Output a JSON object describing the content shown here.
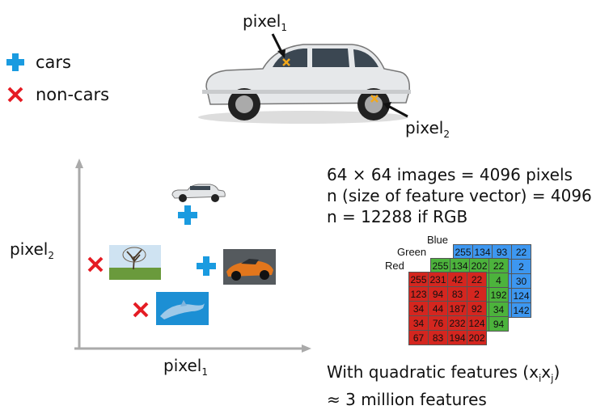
{
  "legend": {
    "positive": {
      "label": "cars",
      "icon": "plus-icon",
      "color": "#1a9be0"
    },
    "negative": {
      "label": "non-cars",
      "icon": "x-icon",
      "color": "#e51c24"
    }
  },
  "car_photo": {
    "pixel1": {
      "label": "pixel",
      "sub": "1"
    },
    "pixel2": {
      "label": "pixel",
      "sub": "2"
    }
  },
  "plot": {
    "ylabel": {
      "label": "pixel",
      "sub": "2"
    },
    "xlabel": {
      "label": "pixel",
      "sub": "1"
    }
  },
  "info": {
    "line1": "64 × 64 images = 4096 pixels",
    "line2": "n (size of feature vector) = 4096",
    "line3": "n = 12288 if RGB"
  },
  "channels": {
    "blue": {
      "label": "Blue",
      "row": [
        "255",
        "134",
        "93",
        "22"
      ],
      "col": [
        "2",
        "30",
        "124",
        "142"
      ]
    },
    "green": {
      "label": "Green",
      "row": [
        "255",
        "134",
        "202",
        "22"
      ],
      "col": [
        "4",
        "192",
        "34",
        "94"
      ]
    },
    "red": {
      "label": "Red",
      "rows": [
        [
          "255",
          "231",
          "42",
          "22"
        ],
        [
          "123",
          "94",
          "83",
          "2"
        ],
        [
          "34",
          "44",
          "187",
          "92"
        ],
        [
          "34",
          "76",
          "232",
          "124"
        ],
        [
          "67",
          "83",
          "194",
          "202"
        ]
      ]
    }
  },
  "bottom": {
    "line1_prefix": "With quadratic features (x",
    "line1_sub_i": "i",
    "line1_x": "x",
    "line1_sub_j": "j",
    "line1_suffix": ")",
    "line2": "≈ 3 million features"
  }
}
